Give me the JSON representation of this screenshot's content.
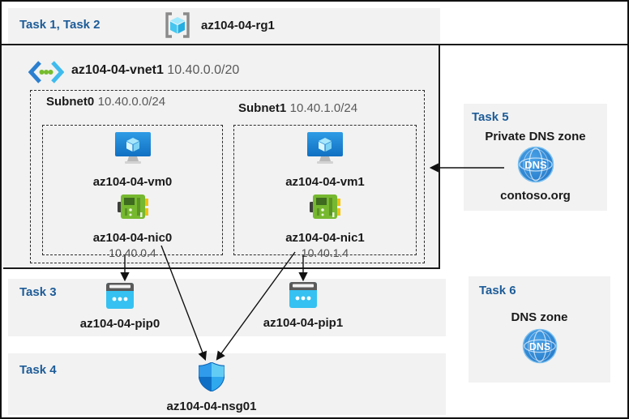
{
  "header": {
    "tasks_label": "Task 1, Task 2",
    "resource_group": "az104-04-rg1"
  },
  "vnet": {
    "name": "az104-04-vnet1",
    "cidr": "10.40.0.0/20",
    "subnets": [
      {
        "name": "Subnet0",
        "cidr": "10.40.0.0/24",
        "vm": "az104-04-vm0",
        "nic": "az104-04-nic0",
        "ip": "10.40.0.4"
      },
      {
        "name": "Subnet1",
        "cidr": "10.40.1.0/24",
        "vm": "az104-04-vm1",
        "nic": "az104-04-nic1",
        "ip": "10.40.1.4"
      }
    ]
  },
  "task3": {
    "label": "Task 3",
    "pip0": "az104-04-pip0",
    "pip1": "az104-04-pip1"
  },
  "task4": {
    "label": "Task 4",
    "nsg": "az104-04-nsg01"
  },
  "task5": {
    "label": "Task 5",
    "title": "Private DNS zone",
    "zone": "contoso.org"
  },
  "task6": {
    "label": "Task 6",
    "title": "DNS zone"
  },
  "icons": {
    "dns_label": "DNS",
    "resource_group_icon": "cube-in-brackets",
    "vnet_icon": "chevron-dots-chevron",
    "vm_icon": "monitor-with-cube",
    "nic_icon": "green-network-card",
    "pip_icon": "cyan-public-ip",
    "nsg_icon": "blue-shield"
  },
  "colors": {
    "task_label_blue": "#1D5C98",
    "band_gray": "#F2F2F2",
    "line_black": "#1A1A1A",
    "vm_blue": "#1F84D6",
    "nic_green": "#76B82F",
    "pip_cyan": "#35C1F1",
    "dns_blue": "#2E86D6",
    "shield_blue_dark": "#0F6FC5",
    "shield_blue_light": "#63CCF5"
  }
}
